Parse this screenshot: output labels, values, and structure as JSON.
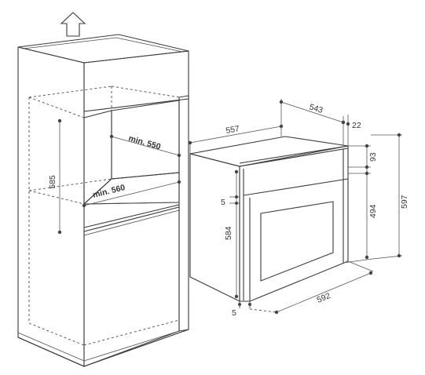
{
  "labels": {
    "cavity_height": "585",
    "cavity_depth": "min. 550",
    "cavity_width": "min. 560",
    "oven_depth": "557",
    "oven_body_depth": "543",
    "door_thickness": "22",
    "panel_height": "93",
    "door_height": "494",
    "total_height": "597",
    "body_height": "584",
    "gap_top": "5",
    "gap_bottom": "5",
    "oven_width": "592"
  },
  "colors": {
    "line": "#3a3a3a",
    "cabinet_light": "#f2f2f2",
    "cabinet_mid": "#e2e2e2",
    "cabinet_dark": "#cfcfcf",
    "cavity_shade": "#d9d9d9",
    "oven_side": "#d6d6d6",
    "oven_front": "#ffffff",
    "oven_top": "#e6e6e6"
  },
  "icons": {
    "arrow": "up-arrow-icon"
  }
}
